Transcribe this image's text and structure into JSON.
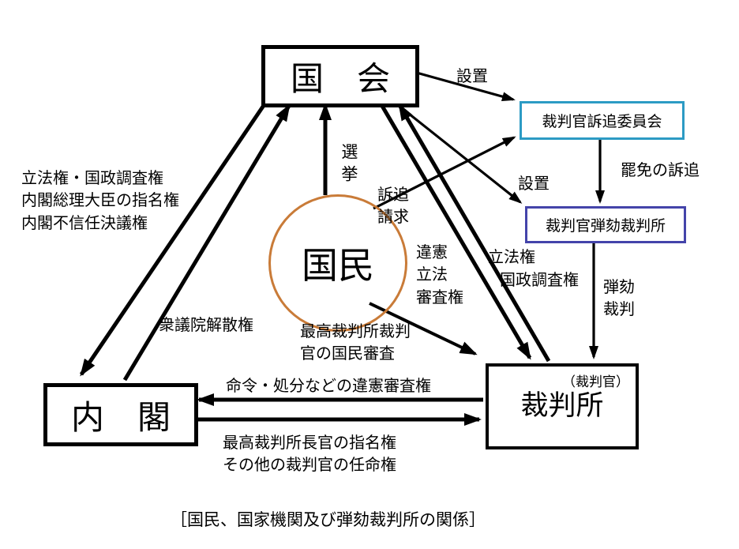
{
  "diagram": {
    "caption": "［国民、国家機関及び弾劾裁判所の関係］",
    "nodes": {
      "kokkai": "国　会",
      "naikaku": "内　閣",
      "saibansho": "裁判所",
      "saibankan_note": "（裁判官）",
      "kokumin": "国民",
      "sotsui_iinkai": "裁判官訴追委員会",
      "dangai_saibansho": "裁判官弾劾裁判所"
    },
    "labels": {
      "setchi_top": "設置",
      "setchi_mid": "設置",
      "himen_no_sotsui": "罷免の訴追",
      "senkyo": "選挙",
      "sotsui_seikyu": "訴追\n請求",
      "kokkai_to_naikaku_powers": "立法権・国政調査権\n内閣総理大臣の指名権\n内閣不信任決議権",
      "iken_rippo_shinsaken": "違憲\n立法\n審査権",
      "rippoken": "立法権",
      "kokusei_chosaken": "国政調査権",
      "dangai_saiban": "弾劾\n裁判",
      "shugiin_kaisanken": "衆議院解散権",
      "kokumin_shinsa": "最高裁判所裁判\n官の国民審査",
      "meirei_shobun_iken_shinsaken": "命令・処分などの違憲審査権",
      "naikaku_to_saibansho_powers": "最高裁判所長官の指名権\nその他の裁判官の任命権"
    },
    "colors": {
      "sotsui_iinkai_border": "#2C9BC4",
      "dangai_saibansho_border": "#4444AA",
      "kokumin_circle": "#C97B38",
      "arrow": "#000000"
    }
  }
}
